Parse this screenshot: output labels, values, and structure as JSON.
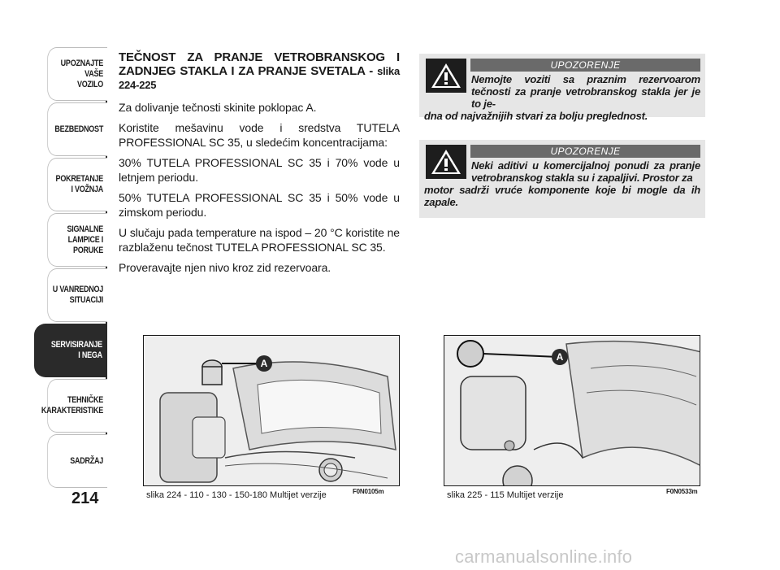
{
  "sidebar": {
    "items": [
      {
        "label": "UPOZNAJTE\nVAŠE\nVOZILO",
        "active": false
      },
      {
        "label": "BEZBEDNOST",
        "active": false
      },
      {
        "label": "POKRETANJE\nI VOŽNJA",
        "active": false
      },
      {
        "label": "SIGNALNE\nLAMPICE I PORUKE",
        "active": false
      },
      {
        "label": "U VANREDNOJ\nSITUACIJI",
        "active": false
      },
      {
        "label": "SERVISIRANJE\nI NEGA",
        "active": true
      },
      {
        "label": "TEHNIČKE\nKARAKTERISTIKE",
        "active": false
      },
      {
        "label": "SADRŽAJ",
        "active": false
      }
    ],
    "page_number": "214"
  },
  "main": {
    "title": "TEČNOST ZA PRANJE VETROBRANSKOG I ZADNJEG STAKLA I ZA PRANJE SVETALA - ",
    "title_ref": "slika 224-225",
    "paragraphs": [
      "Za dolivanje tečnosti skinite poklopac A.",
      "Koristite mešavinu vode i sredstva TUTELA PROFESSIONAL SC 35, u sledećim koncentracijama:",
      "30% TUTELA PROFESSIONAL SC 35 i 70% vode u letnjem periodu.",
      "50% TUTELA PROFESSIONAL SC 35 i 50% vode u zimskom periodu.",
      "U slučaju pada temperature na ispod – 20 °C koristite ne razblaženu tečnost TUTELA PROFESSIONAL SC 35.",
      "Proveravajte njen nivo kroz zid rezervoara."
    ]
  },
  "warnings": [
    {
      "header": "UPOZORENJE",
      "text_first": "Nemojte voziti sa praznim rezervoarom tečnosti za pranje vetrobranskog stakla jer je to je-",
      "text_rest": "dna od najvažnijih stvari za bolju preglednost."
    },
    {
      "header": "UPOZORENJE",
      "text_first": "Neki aditivi u komercijalnoj ponudi za pranje vetrobranskog stakla su i zapaljivi. Prostor za",
      "text_rest": "motor sadrži vruće komponente koje bi mogle da ih zapale."
    }
  ],
  "figures": [
    {
      "caption": "slika 224 - 110 - 130 - 150-180 Multijet verzije",
      "code": "F0N0105m",
      "label": "A"
    },
    {
      "caption": "slika 225 - 115 Multijet verzije",
      "code": "F0N0533m",
      "label": "A"
    }
  ],
  "watermark": "carmanualsonline.info",
  "colors": {
    "warning_bg": "#e6e6e6",
    "warning_header": "#6a6a6a",
    "sidebar_active": "#2a2a2a"
  },
  "icons": [
    "warning-triangle-icon"
  ]
}
